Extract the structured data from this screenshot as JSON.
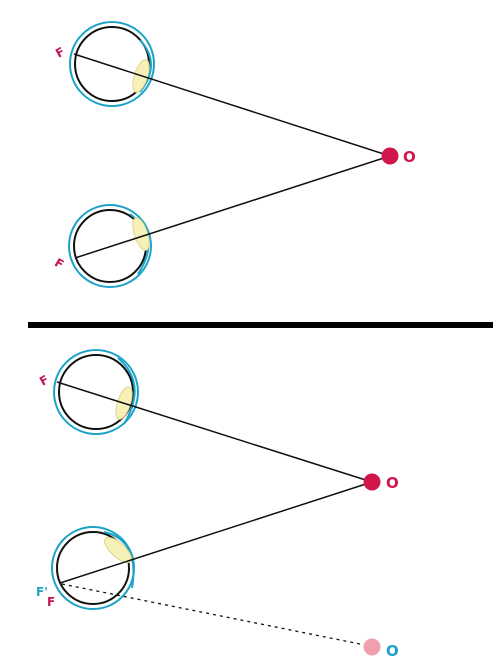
{
  "colors": {
    "sclera": "#1ea3c8",
    "retina": "#111111",
    "lens_fill": "#f7f0b8",
    "lens_stroke": "#e0d68a",
    "sight_line": "#111111",
    "object": "#d0164a",
    "object_ghost": "#f0a0ad",
    "fovea_label": "#c2185b",
    "false_fovea_label": "#1ea3c8",
    "divider": "#000000"
  },
  "top": {
    "eye_upper": {
      "fovea_label": "F"
    },
    "eye_lower": {
      "fovea_label": "F"
    },
    "object": {
      "label": "O"
    }
  },
  "bottom": {
    "eye_upper": {
      "fovea_label": "F"
    },
    "eye_lower": {
      "false_fovea_label": "F'",
      "fovea_label": "F"
    },
    "object_real": {
      "label": "O"
    },
    "object_ghost": {
      "label": "O"
    }
  }
}
